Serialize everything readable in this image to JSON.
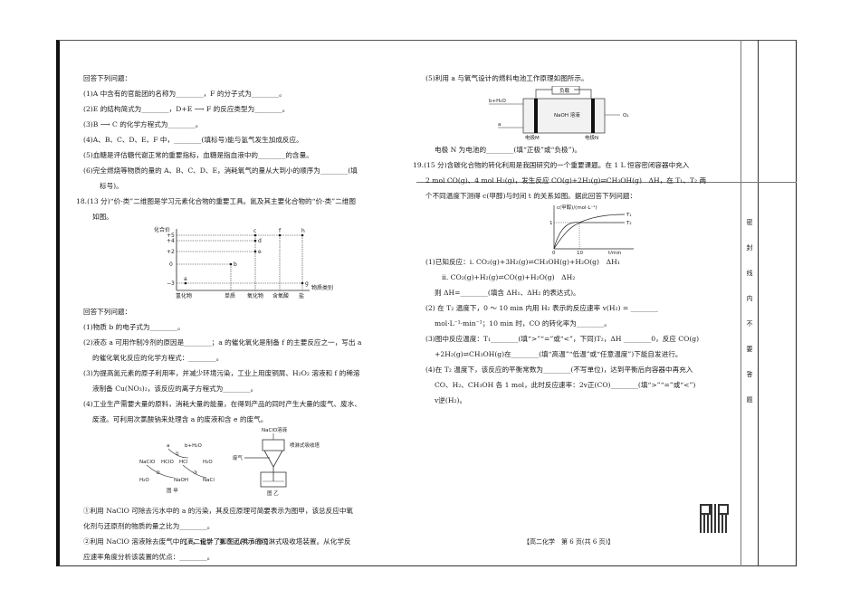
{
  "page_left": {
    "intro": "回答下列问题：",
    "q17": [
      "(1)A 中含有的官能团的名称为________，F 的分子式为________。",
      "(2)E 的结构简式为________，D+E ⟶ F 的反应类型为________。",
      "(3)B ⟶ C 的化学方程式为________。",
      "(4)A、B、C、D、E、F 中，________(填标号)能与氢气发生加成反应。",
      "(5)血糖是评估糖代谢正常的重要指标，血糖是指血液中的________的含量。",
      "(6)完全燃烧等物质的量的 A、B、C、D、E，消耗氧气的量从大到小的顺序为________(填",
      "标号)。"
    ],
    "q18_head": "18.(13 分)“价-类”二维图是学习元素化合物的重要工具。氮及其主要化合物的“价-类”二维图",
    "q18_head2": "如图。",
    "chart": {
      "ylabel": "化合价",
      "xlabel": "物质类别",
      "yticks": [
        "+5",
        "+4",
        "+2",
        "0",
        "−3"
      ],
      "xticks": [
        "氢化物",
        "单质",
        "氧化物",
        "含氧酸",
        "盐"
      ],
      "points": [
        {
          "label": "a",
          "x": "氢化物",
          "y": "-3"
        },
        {
          "label": "b",
          "x": "单质",
          "y": "0"
        },
        {
          "label": "c",
          "x": "氧化物",
          "y": "+5"
        },
        {
          "label": "d",
          "x": "氧化物",
          "y": "+4"
        },
        {
          "label": "e",
          "x": "氧化物",
          "y": "+2"
        },
        {
          "label": "f",
          "x": "含氧酸",
          "y": "+5"
        },
        {
          "label": "h",
          "x": "盐",
          "y": "+5"
        },
        {
          "label": "g",
          "x": "盐",
          "y": "-3"
        }
      ]
    },
    "q18_intro": "回答下列问题：",
    "q18": [
      "(1)物质 b 的电子式为________。",
      "(2)液态 a 可用作制冷剂的原因是________；a 的催化氧化是制备 f 的主要反应之一，写出 a",
      "的催化氧化反应的化学方程式：________。",
      "(3)为提高氮元素的原子利用率，并减少环境污染，工业上用废铜屑、H₂O₂ 溶液和 f 的稀溶",
      "液制备 Cu(NO₃)₂，该反应的离子方程式为________。",
      "(4)工业生产需要大量的原料，消耗大量的能量，在得到产品的同时产生大量的废气、废水、",
      "废渣。可利用次氯酸钠来处理含 a 的废液和含 e 的废气。"
    ],
    "fig_jia": {
      "caption": "图 甲",
      "labels": [
        "a",
        "b+H₂O",
        "NaClO",
        "HClO",
        "HCl",
        "H₂O",
        "H₂O",
        "NaOH",
        "NaCl",
        "①",
        "②",
        "③"
      ]
    },
    "fig_yi": {
      "caption": "图 乙",
      "labels": [
        "NaClO溶液",
        "喷淋式吸收塔",
        "废气"
      ]
    },
    "q18_4": [
      "①利用 NaClO 可除去污水中的 a 的污染，其反应原理可简要表示为图甲，该总反应中氧",
      "化剂与还原剂的物质的量之比为________。",
      "②利用 NaClO 溶液除去废气中的 e，设计了如图乙所示的喷淋式吸收塔装置。从化学反",
      "应速率角度分析该装置的优点：________。"
    ],
    "footer": "【高二化学　第 5 页(共 6 页)】"
  },
  "page_right": {
    "q18_5": "(5)利用 a 与氧气设计的燃料电池工作原理如图所示。",
    "battery": {
      "load": "负载",
      "left_top": "b+H₂O",
      "left_bottom": "a",
      "electrolyte": "NaOH 溶液",
      "right": "O₂",
      "electrode_m": "电极M",
      "electrode_n": "电极N"
    },
    "q18_5b": "电极 N 为电池的________(填“正极”或“负极”)。",
    "q19": [
      "19.(15 分)含碳化合物的转化利用是我国研究的一个重要课题。在 1 L 恒容密闭容器中充入",
      "2 mol CO(g)、4 mol H₂(g)，发生反应 CO(g)+2H₂(g)⇌CH₃OH(g)　ΔH，在 T₁、T₂ 两",
      "个不同温度下测得 c(甲醇)与时间 t 的关系如图。据此回答下列问题："
    ],
    "curve_chart": {
      "ylabel": "c(甲醇)/(mol·L⁻¹)",
      "xlabel": "t/min",
      "ytick": "1",
      "xticks": [
        "0",
        "10"
      ],
      "series": [
        "T₁",
        "T₂"
      ]
    },
    "q19_sub": [
      "(1)已知反应：ⅰ. CO₂(g)+3H₂(g)⇌CH₃OH(g)+H₂O(g)　ΔH₁",
      "ⅱ. CO₂(g)+H₂(g)⇌CO(g)+H₂O(g)　ΔH₂",
      "则 ΔH=________(填含 ΔH₁、ΔH₂ 的表达式)。",
      "(2) 在 T₂ 温度下，0 ～ 10 min 内用 H₂ 表示的反应速率 v(H₂) = ________",
      "mol·L⁻¹·min⁻¹；10 min 时，CO 的转化率为________。",
      "(3)图中反应温度：T₁________(填“>”“=”或“<”，下同)T₂，ΔH ________0，反应 CO(g)",
      "+2H₂(g)⇌CH₃OH(g)在________(填“高温”“低温”或“任意温度”)下能自发进行。",
      "(4)在 T₂ 温度下，该反应的平衡常数为________(不写单位)，达到平衡后向容器中再充入",
      "CO、H₂、CH₃OH 各 1 mol，此时反应速率：2v正(CO)________(填“>”“=”或“<”)",
      "v逆(H₂)。"
    ],
    "footer": "【高二化学　第 6 页(共 6 页)】"
  },
  "side_strip": [
    "密",
    "封",
    "线",
    "内",
    "不",
    "要",
    "答",
    "题"
  ]
}
